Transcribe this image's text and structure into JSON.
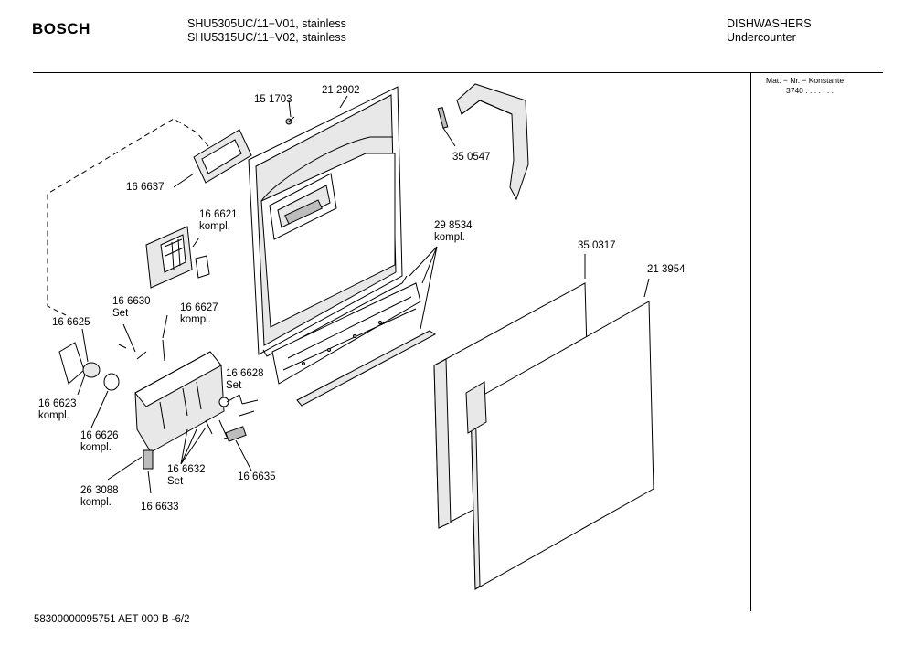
{
  "header": {
    "brand": "BOSCH",
    "model_lines": [
      "SHU5305UC/11−V01, stainless",
      "SHU5315UC/11−V02, stainless"
    ],
    "category_lines": [
      "DISHWASHERS",
      "Undercounter"
    ]
  },
  "sidebox": {
    "label": "Mat. − Nr. − Konstante",
    "value": "3740 . . . . . . ."
  },
  "footer": {
    "code": "58300000095751 AET 000 B -6/2"
  },
  "part_labels": [
    {
      "id": "151703",
      "lines": [
        "15 1703"
      ]
    },
    {
      "id": "212902",
      "lines": [
        "21 2902"
      ]
    },
    {
      "id": "350547",
      "lines": [
        "35 0547"
      ]
    },
    {
      "id": "166637",
      "lines": [
        "16 6637"
      ]
    },
    {
      "id": "166621",
      "lines": [
        "16 6621",
        "kompl."
      ]
    },
    {
      "id": "298534",
      "lines": [
        "29 8534",
        "kompl."
      ]
    },
    {
      "id": "350317",
      "lines": [
        "35 0317"
      ]
    },
    {
      "id": "213954",
      "lines": [
        "21 3954"
      ]
    },
    {
      "id": "166630",
      "lines": [
        "16 6630",
        "Set"
      ]
    },
    {
      "id": "166627",
      "lines": [
        "16 6627",
        "kompl."
      ]
    },
    {
      "id": "166625",
      "lines": [
        "16 6625"
      ]
    },
    {
      "id": "166628",
      "lines": [
        "16 6628",
        "Set"
      ]
    },
    {
      "id": "166623",
      "lines": [
        "16 6623",
        "kompl."
      ]
    },
    {
      "id": "166626",
      "lines": [
        "16 6626",
        "kompl."
      ]
    },
    {
      "id": "263088",
      "lines": [
        "26 3088",
        "kompl."
      ]
    },
    {
      "id": "166632",
      "lines": [
        "16 6632",
        "Set"
      ]
    },
    {
      "id": "166635",
      "lines": [
        "16 6635"
      ]
    },
    {
      "id": "166633",
      "lines": [
        "16 6633"
      ]
    }
  ]
}
